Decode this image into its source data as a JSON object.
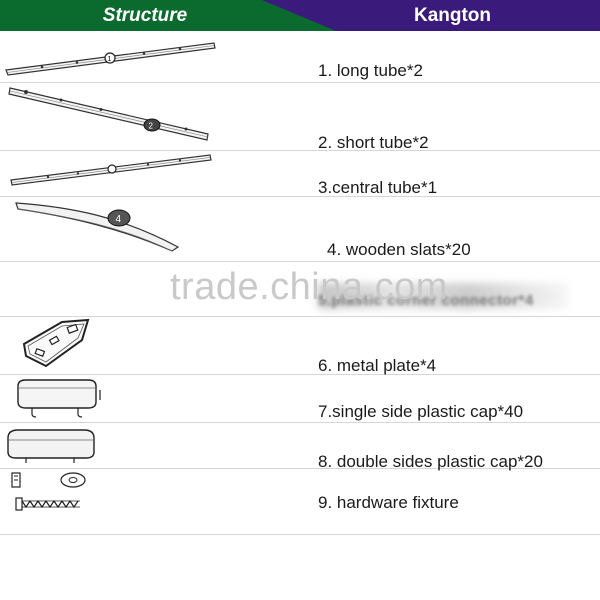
{
  "header": {
    "left_title": "Structure",
    "right_title": "Kangton",
    "colors": {
      "green": "#0b6b2e",
      "purple": "#3a1a7a"
    }
  },
  "items": [
    {
      "label": "1. long tube*2",
      "icon": "long-tube-drawing"
    },
    {
      "label": "2. short tube*2",
      "icon": "short-tube-drawing"
    },
    {
      "label": "3.central tube*1",
      "icon": "central-tube-drawing"
    },
    {
      "label": "4. wooden slats*20",
      "icon": "wooden-slat-drawing"
    },
    {
      "label": "5.plastic corner connector*4",
      "icon": "corner-connector-drawing"
    },
    {
      "label": "6. metal plate*4",
      "icon": "metal-plate-drawing"
    },
    {
      "label": "7.single side plastic cap*40",
      "icon": "single-side-cap-drawing"
    },
    {
      "label": "8. double sides plastic cap*20",
      "icon": "double-side-cap-drawing"
    },
    {
      "label": "9. hardware fixture",
      "icon": "hardware-fixture-drawing"
    }
  ],
  "watermark": "trade.china.com"
}
